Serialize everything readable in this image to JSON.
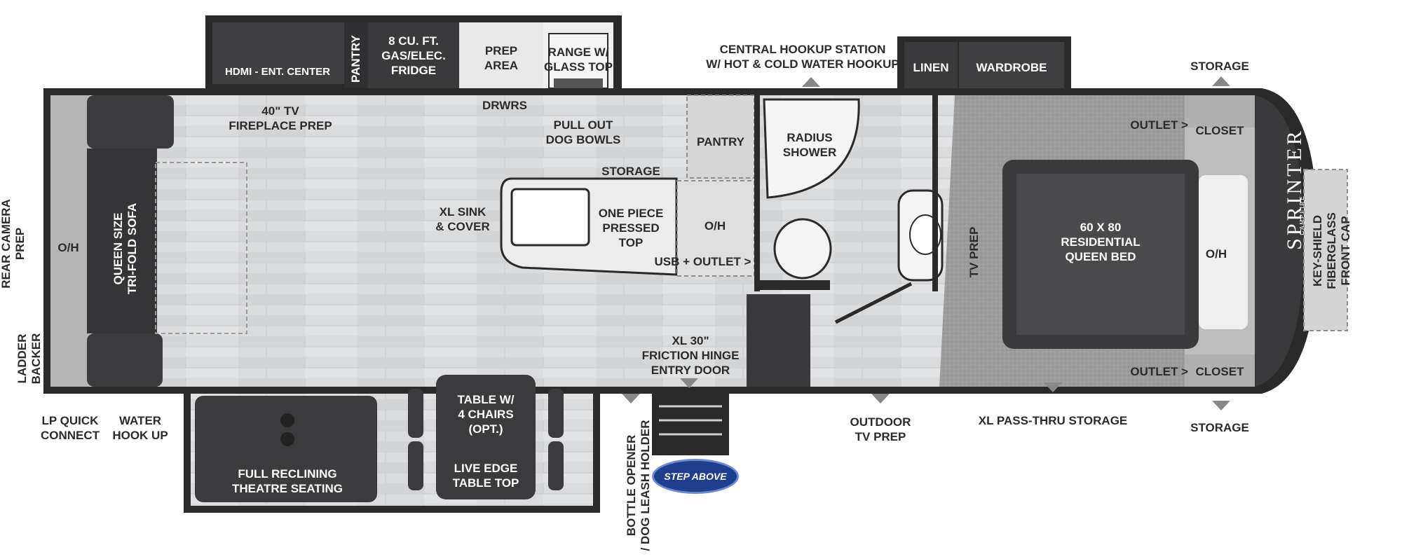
{
  "colors": {
    "wall": "#2a2a2a",
    "floor": "#d8dadc",
    "carpet": "#9a9a9a",
    "furniture_dark": "#3d3d3f",
    "counter": "#e9e9e9",
    "outline_gray": "#8d8d8d",
    "badge_blue": "#1e3f8f"
  },
  "labels": {
    "hdmi_ent_center": "HDMI - ENT. CENTER",
    "pantry_vertical": "PANTRY",
    "fridge": "8 CU. FT.\nGAS/ELEC.\nFRIDGE",
    "prep_area": "PREP\nAREA",
    "range": "RANGE W/\nGLASS TOP",
    "central_hookup": "CENTRAL HOOKUP STATION\nW/ HOT & COLD WATER HOOKUP",
    "linen": "LINEN",
    "wardrobe": "WARDROBE",
    "storage_top": "STORAGE",
    "outlet_top": "OUTLET >",
    "closet_top": "CLOSET",
    "tv_fireplace": "40\" TV\nFIREPLACE PREP",
    "drwrs": "DRWRS",
    "dog_bowls": "PULL OUT\nDOG BOWLS",
    "pantry": "PANTRY",
    "radius_shower": "RADIUS\nSHOWER",
    "storage_island": "STORAGE",
    "sink": "XL SINK\n& COVER",
    "pressed_top": "ONE PIECE\nPRESSED\nTOP",
    "oh_kitchen": "O/H",
    "usb_outlet": "USB + OUTLET >",
    "tv_prep": "TV PREP",
    "bed": "60 X 80\nRESIDENTIAL\nQUEEN BED",
    "oh_bedroom": "O/H",
    "front_cap": "KEY-SHIELD FIBERGLASS\nFRONT CAP",
    "oh_rear": "O/H",
    "sofa": "QUEEN SIZE\nTRI-FOLD SOFA",
    "rear_camera": "REAR CAMERA\nPREP",
    "ladder_backer": "LADDER BACKER",
    "entry_door": "XL 30\"\nFRICTION HINGE\nENTRY DOOR",
    "outlet_bottom": "OUTLET >",
    "closet_bottom": "CLOSET",
    "table": "TABLE W/\n4 CHAIRS\n(OPT.)",
    "live_edge": "LIVE EDGE\nTABLE TOP",
    "theatre_seating": "FULL RECLINING\nTHEATRE SEATING",
    "lp_quick": "LP QUICK\nCONNECT",
    "water_hookup": "WATER\nHOOK UP",
    "bottle_opener": "BOTTLE OPENER\n/ DOG LEASH HOLDER",
    "outdoor_tv": "OUTDOOR\nTV PREP",
    "pass_thru": "XL PASS-THRU STORAGE",
    "storage_bottom": "STORAGE"
  },
  "brand": {
    "wordmark": "SPRINTER",
    "sub": "CAMPFIRE",
    "badge": "STEP ABOVE"
  }
}
